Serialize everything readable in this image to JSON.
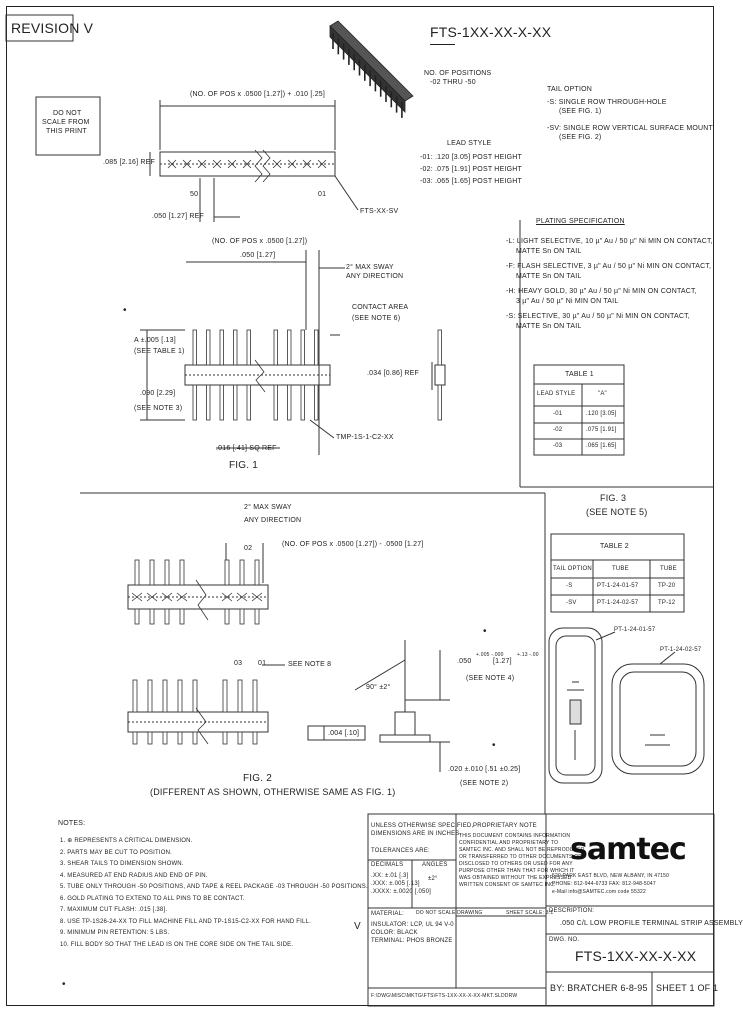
{
  "header": {
    "revision": "REVISION V",
    "part_title": "FTS-1XX-XX-X-XX"
  },
  "do_not_scale": {
    "line1": "DO NOT",
    "line2": "SCALE FROM",
    "line3": "THIS PRINT"
  },
  "callouts": {
    "positions_title": "NO. OF POSITIONS",
    "positions_range": "-02 THRU -50",
    "tail_title": "TAIL OPTION",
    "tail_s1": "-S: SINGLE ROW THROUGH-HOLE",
    "tail_s1b": "(SEE FIG. 1)",
    "tail_s2": "-SV: SINGLE ROW VERTICAL SURFACE MOUNT",
    "tail_s2b": "(SEE FIG. 2)",
    "lead_title": "LEAD STYLE",
    "lead_01": "-01: .120 [3.05] POST HEIGHT",
    "lead_02": "-02: .075 [1.91] POST HEIGHT",
    "lead_03": "-03: .065 [1.65] POST HEIGHT"
  },
  "plating": {
    "title": "PLATING SPECIFICATION",
    "l1": "-L: LIGHT SELECTIVE, 10 µ\" Au / 50 µ\" Ni MIN ON CONTACT,",
    "l1b": "MATTE Sn ON TAIL",
    "f1": "-F: FLASH SELECTIVE, 3 µ\" Au / 50 µ\" Ni MIN ON CONTACT,",
    "f1b": "MATTE Sn ON TAIL",
    "h1": "-H: HEAVY GOLD, 30 µ\" Au / 50 µ\" Ni MIN ON CONTACT,",
    "h1b": "3 µ\" Au / 50 µ\" Ni MIN ON TAIL",
    "s1": "-S: SELECTIVE, 30 µ\" Au / 50 µ\" Ni MIN ON CONTACT,",
    "s1b": "MATTE Sn ON TAIL"
  },
  "table1": {
    "title": "TABLE 1",
    "headers": [
      "LEAD STYLE",
      "\"A\""
    ],
    "rows": [
      [
        "-01",
        ".120 [3.05]"
      ],
      [
        "-02",
        ".075 [1.91]"
      ],
      [
        "-03",
        ".065 [1.65]"
      ]
    ]
  },
  "fig1": {
    "dim_top": "(NO. OF POS x .0500 [1.27]) + .010 [.25]",
    "dim_left": ".085 [2.16] REF",
    "pin50": "50",
    "pin01": "01",
    "pitch": ".050 [1.27] REF",
    "fts": "FTS-XX-SV",
    "dim_mid": "(NO. OF POS x .0500 [1.27])",
    "dim_mid2": ".050 [1.27]",
    "sway": "2° MAX SWAY",
    "sway2": "ANY DIRECTION",
    "contact": "CONTACT AREA",
    "contact2": "(SEE NOTE 6)",
    "dim_a": "A ±.005 [.13]",
    "dim_a2": "(SEE TABLE 1)",
    "dim_090": ".090 [2.29]",
    "dim_090b": "(SEE NOTE 3)",
    "dim_034": ".034 [0.86] REF",
    "tmp": "TMP-1S-1-C2-XX",
    "sq": ".016 [.41] SQ REF",
    "label": "FIG. 1"
  },
  "fig2": {
    "sway": "2° MAX SWAY",
    "sway2": "ANY DIRECTION",
    "pin02": "02",
    "dim_top": "(NO. OF POS x .0500 [1.27]) - .0500 [1.27]",
    "pin03": "03",
    "pin01": "01",
    "note8": "SEE NOTE 8",
    "angle": "90° ±2°",
    "tol": ".004 [.10]",
    "dim_r": ".050",
    "dim_r_sup": "+.005 -.000",
    "dim_r2": "[1.27]",
    "dim_r_sup2": "+.13 -.00",
    "note4": "(SEE NOTE 4)",
    "dim_b": ".020 ±.010 [.51 ±0.25]",
    "note2": "(SEE NOTE 2)",
    "label": "FIG. 2",
    "caption": "(DIFFERENT AS SHOWN, OTHERWISE SAME AS FIG. 1)"
  },
  "fig3": {
    "label": "FIG. 3",
    "see": "(SEE NOTE 5)",
    "table_title": "TABLE 2",
    "headers": [
      "TAIL OPTION",
      "TUBE",
      "TUBE"
    ],
    "rows": [
      [
        "-S",
        "PT-1-24-01-57",
        "TP-20"
      ],
      [
        "-SV",
        "PT-1-24-02-57",
        "TP-12"
      ]
    ],
    "tube1": "PT-1-24-01-57",
    "tube2": "PT-1-24-02-57"
  },
  "notes": {
    "title": "NOTES:",
    "items": [
      "1. ⊕ REPRESENTS A CRITICAL DIMENSION.",
      "2. PARTS MAY BE CUT TO POSITION.",
      "3. SHEAR TAILS TO DIMENSION SHOWN.",
      "4. MEASURED AT END RADIUS AND END OF PIN.",
      "5. TUBE ONLY THROUGH -50 POSITIONS, AND TAPE & REEL PACKAGE -03 THROUGH -50 POSITIONS.",
      "6. GOLD PLATING TO EXTEND TO ALL PINS TO BE CONTACT.",
      "7. MAXIMUM CUT FLASH: .015 [.38].",
      "8. USE TP-1S26-24-XX TO FILL MACHINE FILL AND TP-1S15-C2-XX FOR HAND FILL.",
      "9. MINIMUM PIN RETENTION: 5 LBS.",
      "10. FILL BODY SO THAT THE LEAD IS ON THE CORE SIDE ON THE TAIL SIDE."
    ]
  },
  "titleblock": {
    "unless": "UNLESS OTHERWISE SPECIFIED,",
    "dims": "DIMENSIONS ARE IN INCHES.",
    "tol": "TOLERANCES ARE:",
    "decimal": "DECIMALS",
    "angles": "ANGLES",
    "d1": ".XX: ±.01 [.3]",
    "d2": ".XXX: ±.005 [.13]",
    "d3": ".XXXX: ±.0020 [.050]",
    "ang": "±2°",
    "prop_title": "PROPRIETARY NOTE",
    "prop1": "THIS DOCUMENT CONTAINS INFORMATION",
    "prop2": "CONFIDENTIAL AND PROPRIETARY TO",
    "prop3": "SAMTEC INC. AND SHALL NOT BE REPRODUCED",
    "prop4": "OR TRANSFERRED TO OTHER DOCUMENTS OR",
    "prop5": "DISCLOSED TO OTHERS OR USED FOR ANY",
    "prop6": "PURPOSE OTHER THAN THAT FOR WHICH IT",
    "prop7": "WAS OBTAINED WITHOUT THE EXPRESSED",
    "prop8": "WRITTEN CONSENT OF SAMTEC INC.",
    "logo": "samtec",
    "addr1": "520 PARK EAST BLVD, NEW ALBANY, IN 47150",
    "addr2": "PHONE: 812-944-6733   FAX: 812-948-5047",
    "addr3": "e-Mail info@SAMTEC.com   code 55322",
    "material": "MATERIAL:",
    "mat1": "INSULATOR: LCP, UL 94 V-0",
    "mat2": "COLOR: BLACK",
    "mat3": "TERMINAL: PHOS BRONZE",
    "scale": "DO NOT SCALE DRAWING",
    "sheet_scale": "SHEET SCALE: 3:1",
    "desc_label": "DESCRIPTION:",
    "desc": ".050 C/L LOW PROFILE TERMINAL STRIP ASSEMBLY",
    "dwg_label": "DWG. NO.",
    "dwg": "FTS-1XX-XX-X-XX",
    "by": "BY:   BRATCHER 6-8-95",
    "sheet": "SHEET 1 OF 1",
    "rev": "V",
    "path": "F:\\DWG\\MISC\\MKTG\\FTS\\FTS-1XX-XX-X-XX-MKT.SLDDRW"
  },
  "marks": {
    "dot": "•"
  }
}
